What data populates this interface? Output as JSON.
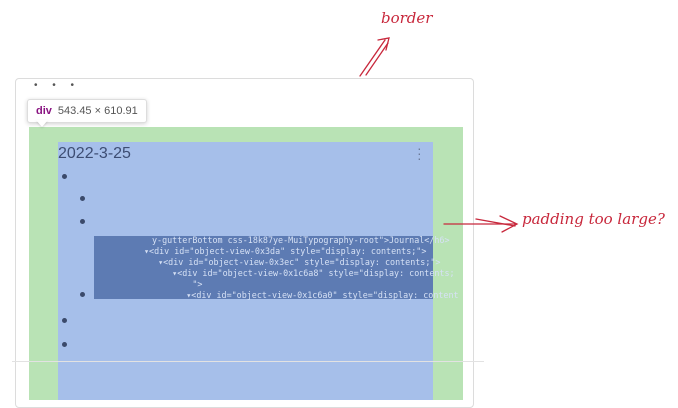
{
  "inspector_tooltip": {
    "tag": "div",
    "dimensions": "543.45 × 610.91"
  },
  "card": {
    "date": "2022-3-25",
    "menu_icon": "kebab-icon"
  },
  "code_lines": [
    "y-gutterBottom css-18k87ye-MuiTypography-root\">Journal</h6>",
    "▾<div id=\"object-view-0x3da\" style=\"display: contents;\">",
    "  ▾<div id=\"object-view-0x3ec\" style=\"display: contents;\">",
    "    ▾<div id=\"object-view-0x1c6a8\" style=\"display: contents;",
    "        \">",
    "      ▾<div id=\"object-view-0x1c6a0\" style=\"display: content"
  ],
  "annotations": {
    "border": "border",
    "padding": "padding too large?"
  },
  "colors": {
    "padding": "#b9e3b5",
    "content": "#a6bfea",
    "annotation": "#c8283c"
  }
}
